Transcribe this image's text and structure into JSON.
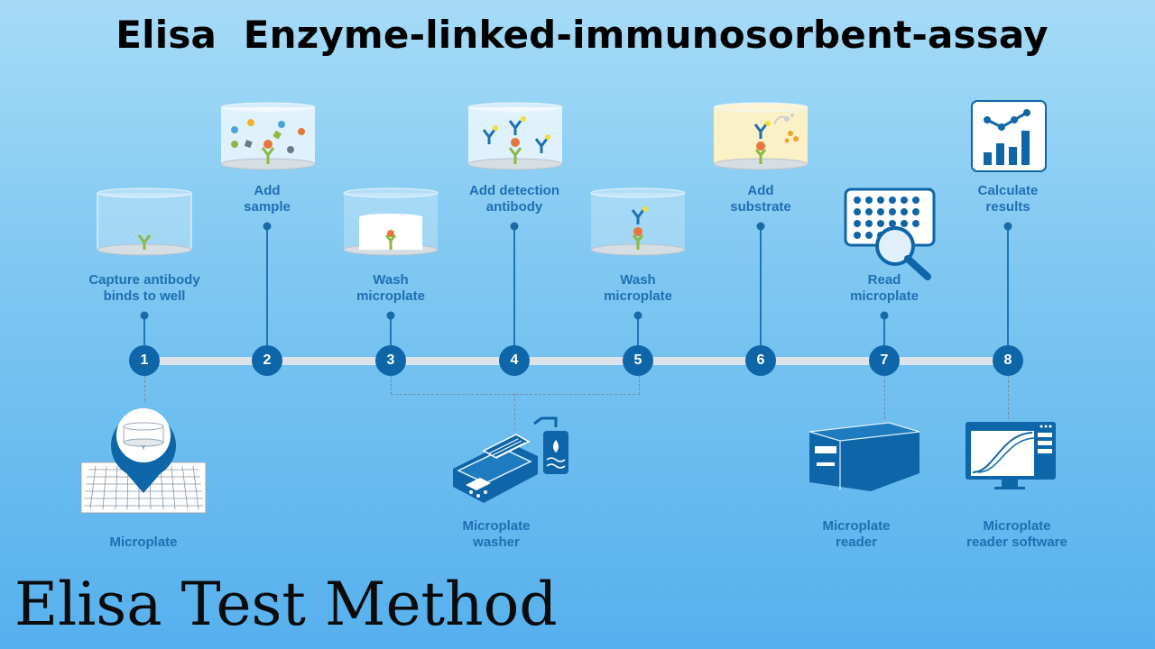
{
  "title": "Elisa  Enzyme-linked-immunosorbent-assay",
  "bottom_title": "Elisa Test Method",
  "steps": [
    {
      "number": "1",
      "label": "Capture antibody\nbinds to well"
    },
    {
      "number": "2",
      "label": "Add\nsample"
    },
    {
      "number": "3",
      "label": "Wash\nmicroplate"
    },
    {
      "number": "4",
      "label": "Add detection\nantibody"
    },
    {
      "number": "5",
      "label": "Wash\nmicroplate"
    },
    {
      "number": "6",
      "label": "Add\nsubstrate"
    },
    {
      "number": "7",
      "label": "Read\nmicroplate"
    },
    {
      "number": "8",
      "label": "Calculate\nresults"
    }
  ],
  "equipment": [
    {
      "label": "Microplate"
    },
    {
      "label": "Microplate\nwasher"
    },
    {
      "label": "Microplate\nreader"
    },
    {
      "label": "Microplate\nreader software"
    }
  ],
  "colors": {
    "accent": "#0e66a8",
    "label": "#1f6fb2",
    "timeline": "#dde3ea"
  }
}
